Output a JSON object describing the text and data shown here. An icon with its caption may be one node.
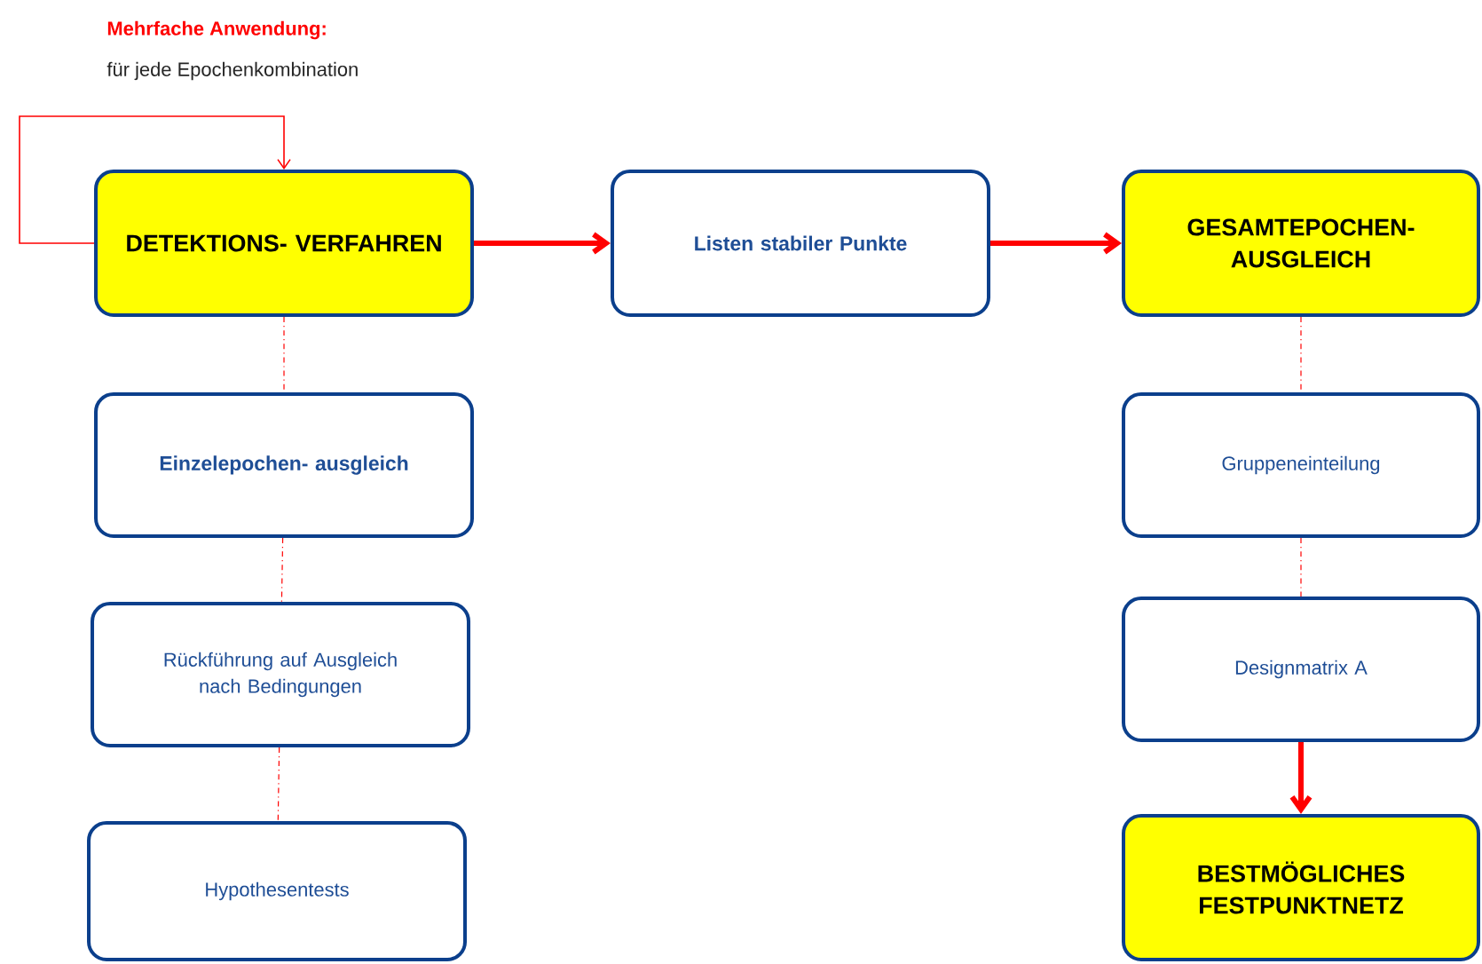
{
  "diagram": {
    "nodes": [
      {
        "text": [
          "DETEKTIONS- VERFAHREN"
        ]
      },
      {
        "text": [
          "Listen stabiler Punkte"
        ]
      },
      {
        "text": [
          "GESAMTEPOCHEN- AUSGLEICH"
        ]
      },
      {
        "text": [
          "Einzelepochen- ausgleich"
        ]
      },
      {
        "text": [
          "Rückführung auf Ausgleich nach Bedingungen"
        ]
      },
      {
        "text": [
          "Hypothesentests"
        ]
      },
      {
        "text": [
          "Gruppeneinteilung"
        ]
      },
      {
        "text": [
          "Designmatrix A"
        ]
      },
      {
        "text": [
          "BESTMÖGLICHES FESTPUNKTNETZ"
        ]
      }
    ],
    "edges": [
      {
        "from": 0,
        "to": 0,
        "arrow": "to"
      },
      {
        "from": 0,
        "to": 1,
        "arrow": "to",
        "style": "thick"
      },
      {
        "from": 1,
        "to": 2,
        "arrow": "to",
        "style": "thick"
      },
      {
        "from": 0,
        "to": 3,
        "arrow": "none",
        "style": "dashed"
      },
      {
        "from": 3,
        "to": 4,
        "arrow": "none",
        "style": "dashed"
      },
      {
        "from": 4,
        "to": 5,
        "arrow": "none",
        "style": "dashed"
      },
      {
        "from": 2,
        "to": 6,
        "arrow": "none",
        "style": "dashed"
      },
      {
        "from": 6,
        "to": 7,
        "arrow": "none",
        "style": "dashed"
      },
      {
        "from": 7,
        "to": 8,
        "arrow": "to",
        "style": "thick"
      }
    ],
    "labels": [
      "Mehrfache Anwendung:",
      "für jede Epochenkombination"
    ]
  }
}
